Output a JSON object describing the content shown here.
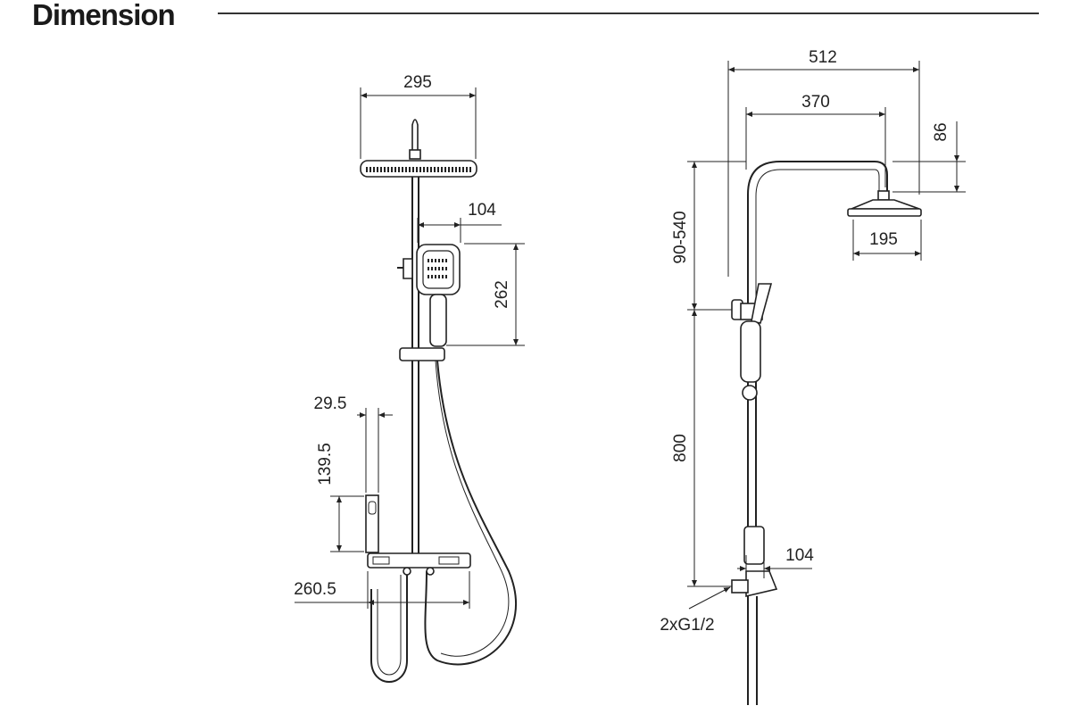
{
  "header": {
    "title": "Dimension"
  },
  "front_view": {
    "head_width": "295",
    "handshower_offset": "104",
    "handshower_height": "262",
    "spout_offset": "29.5",
    "spout_height": "139.5",
    "shelf_width": "260.5"
  },
  "side_view": {
    "arm_total": "512",
    "arm_reach": "370",
    "head_drop": "86",
    "head_size": "195",
    "adjust_range": "90-540",
    "bar_height": "800",
    "valve_depth": "104",
    "inlets": "2xG1/2"
  }
}
